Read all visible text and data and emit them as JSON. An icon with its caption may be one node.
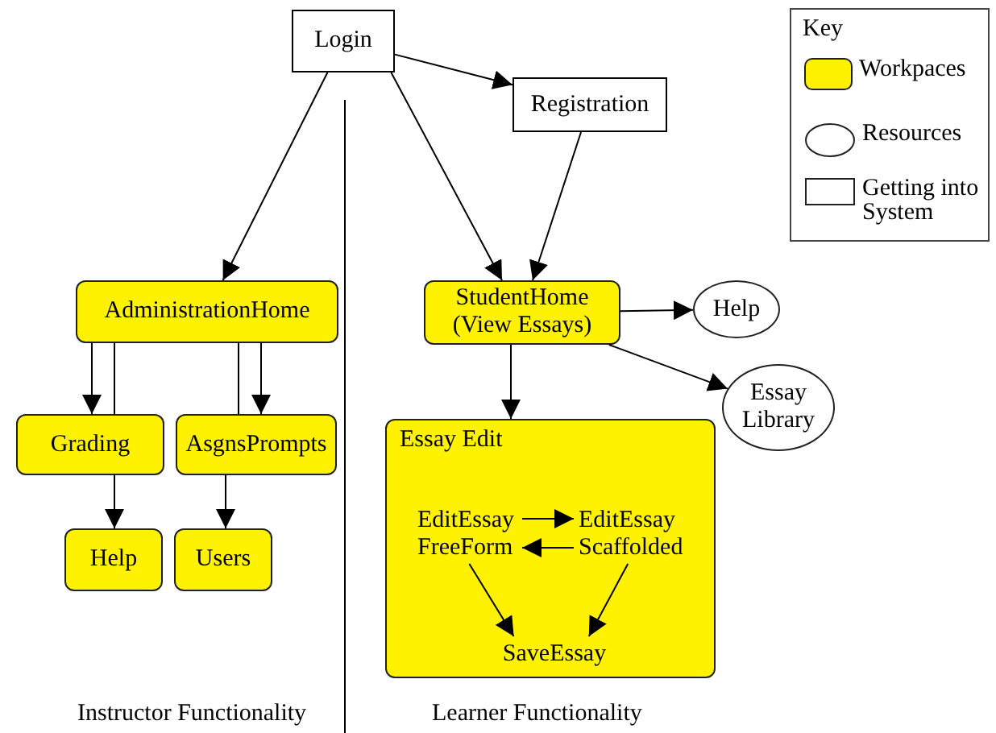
{
  "diagram": {
    "nodes": [
      {
        "text": [
          "Login"
        ]
      },
      {
        "text": [
          "Registration"
        ]
      },
      {
        "text": [
          "AdministrationHome"
        ]
      },
      {
        "text": [
          "Grading"
        ]
      },
      {
        "text": [
          "AsgnsPrompts"
        ]
      },
      {
        "text": [
          "Help"
        ]
      },
      {
        "text": [
          "Users"
        ]
      },
      {
        "text": [
          "StudentHome (View Essays)"
        ]
      },
      {
        "text": [
          "Help"
        ]
      },
      {
        "text": [
          "Essay Library"
        ]
      },
      {
        "text": [
          "Essay Edit"
        ]
      },
      {
        "text": [
          "EditEssay FreeForm"
        ],
        "in": 10
      },
      {
        "text": [
          "EditEssay Scaffolded"
        ],
        "in": 10
      },
      {
        "text": [
          "SaveEssay"
        ],
        "in": 10
      }
    ],
    "edges": [
      {
        "from": 0,
        "to": 2,
        "arrow": "to"
      },
      {
        "from": 0,
        "to": 1,
        "arrow": "to"
      },
      {
        "from": 0,
        "to": 7,
        "arrow": "to"
      },
      {
        "from": 1,
        "to": 7,
        "arrow": "to"
      },
      {
        "from": 2,
        "to": 3,
        "arrow": "to"
      },
      {
        "from": 3,
        "to": 2,
        "arrow": "none"
      },
      {
        "from": 2,
        "to": 4,
        "arrow": "to"
      },
      {
        "from": 4,
        "to": 2,
        "arrow": "none"
      },
      {
        "from": 3,
        "to": 5,
        "arrow": "to"
      },
      {
        "from": 4,
        "to": 6,
        "arrow": "to"
      },
      {
        "from": 7,
        "to": 8,
        "arrow": "to"
      },
      {
        "from": 7,
        "to": 9,
        "arrow": "to"
      },
      {
        "from": 7,
        "to": 10,
        "arrow": "to"
      },
      {
        "from": 11,
        "to": 12,
        "arrow": "to"
      },
      {
        "from": 12,
        "to": 11,
        "arrow": "to"
      },
      {
        "from": 11,
        "to": 13,
        "arrow": "to"
      },
      {
        "from": 12,
        "to": 13,
        "arrow": "to"
      }
    ],
    "labels": [
      "Key",
      "Instructor Functionality",
      "Learner Functionality"
    ],
    "legend": [
      {
        "text": "Workpaces",
        "color": "#fff200"
      },
      {
        "text": "Resources"
      },
      {
        "text": "Getting into System"
      }
    ]
  }
}
